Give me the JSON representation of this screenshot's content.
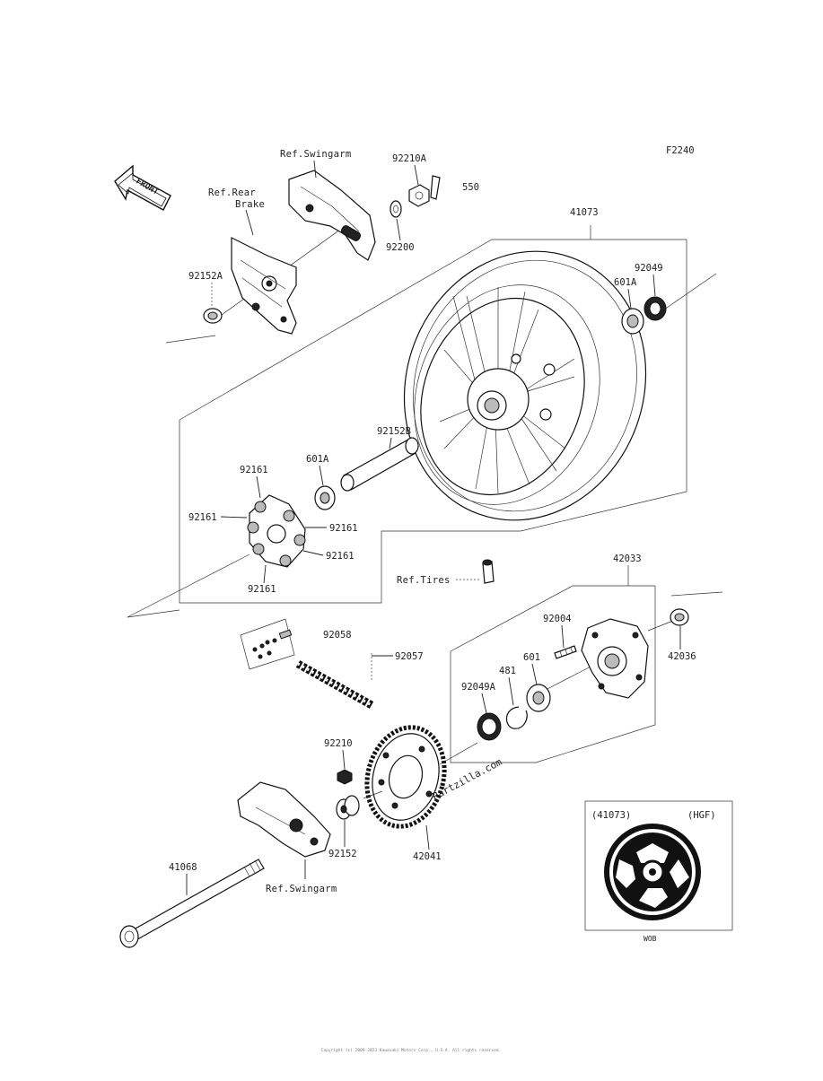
{
  "figure_code": "F2240",
  "front_badge": "FRONT",
  "refs": {
    "swingarm_top": "Ref.Swingarm",
    "rear_brake_1": "Ref.Rear",
    "rear_brake_2": "Brake",
    "tires": "Ref.Tires",
    "swingarm_bottom": "Ref.Swingarm"
  },
  "parts": {
    "p92210A": "92210A",
    "p550": "550",
    "p92200": "92200",
    "p92152A": "92152A",
    "p41073": "41073",
    "p92049": "92049",
    "p601A_top": "601A",
    "p92152B": "92152B",
    "p601A_mid": "601A",
    "p92161_a": "92161",
    "p92161_b": "92161",
    "p92161_c": "92161",
    "p92161_d": "92161",
    "p92161_e": "92161",
    "p42033": "42033",
    "p92004": "92004",
    "p42036": "42036",
    "p601": "601",
    "p481": "481",
    "p92049A": "92049A",
    "p92058": "92058",
    "p92057": "92057",
    "p92210": "92210",
    "p92152": "92152",
    "p42041": "42041",
    "p41068": "41068"
  },
  "inset": {
    "part": "(41073)",
    "variant": "(HGF)",
    "caption": "WOB"
  },
  "watermark": "Partzilla.com",
  "copyright": "Copyright (c) 2009-2023 Kawasaki Motors Corp., U.S.A. All rights reserved."
}
